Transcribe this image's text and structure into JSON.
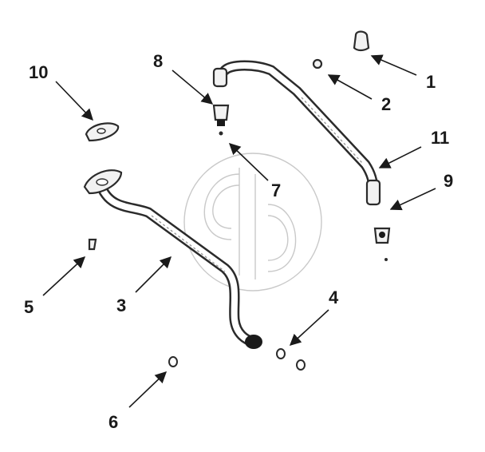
{
  "callouts": {
    "c1": "1",
    "c2": "2",
    "c3": "3",
    "c4": "4",
    "c5": "5",
    "c6": "6",
    "c7": "7",
    "c8": "8",
    "c9": "9",
    "c10": "10",
    "c11": "11"
  },
  "colors": {
    "ink": "#1a1a1a",
    "watermark": "#c9c9c9",
    "background": "#ffffff"
  },
  "icons": {
    "watermark": "manufacturer-logo-watermark"
  }
}
